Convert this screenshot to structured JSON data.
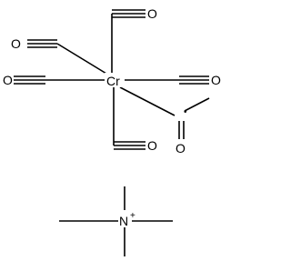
{
  "diagram": {
    "cr_label": "Cr",
    "o_label": "O",
    "n_label": "N",
    "n_charge": "+",
    "c_radical": "•"
  }
}
